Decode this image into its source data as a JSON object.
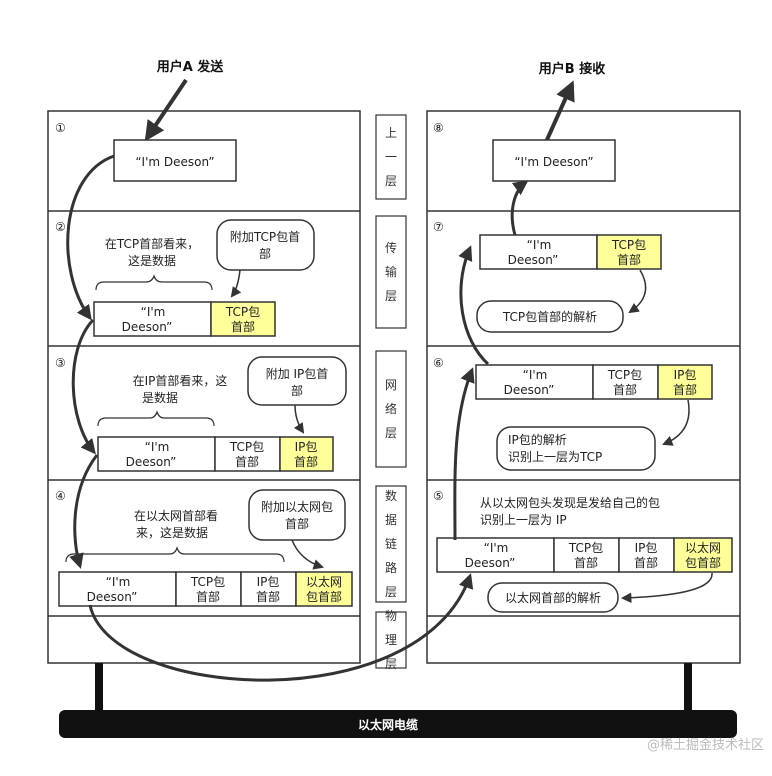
{
  "titles": {
    "sender": "用户A 发送",
    "receiver": "用户B 接收",
    "cable": "以太网电缆"
  },
  "layers": [
    "上一层",
    "传输层",
    "网络层",
    "数据链路层",
    "物理层"
  ],
  "steps": [
    "①",
    "②",
    "③",
    "④",
    "⑤",
    "⑥",
    "⑦",
    "⑧"
  ],
  "payload": {
    "single_line": "“I'm Deeson”",
    "line1": "“I'm",
    "line2": "Deeson”"
  },
  "headers": {
    "tcp": [
      "TCP包",
      "首部"
    ],
    "ip": [
      "IP包",
      "首部"
    ],
    "eth": [
      "以太网",
      "包首部"
    ]
  },
  "left_notes": {
    "tcp_view": [
      "在TCP首部看来，",
      "这是数据"
    ],
    "tcp_add": [
      "附加TCP包首",
      "部"
    ],
    "ip_view": [
      "在IP首部看来，这",
      "是数据"
    ],
    "ip_add": [
      "附加 IP包首",
      "部"
    ],
    "eth_view": [
      "在以太网首部看",
      "来，这是数据"
    ],
    "eth_add": [
      "附加以太网包",
      "首部"
    ]
  },
  "right_notes": {
    "eth_found": [
      "从以太网包头发现是发给自己的包",
      "识别上一层为 IP"
    ],
    "eth_parse": "以太网首部的解析",
    "ip_parse": [
      "IP包的解析",
      "识别上一层为TCP"
    ],
    "tcp_parse": "TCP包首部的解析"
  },
  "colors": {
    "header_fill": "#ffff99",
    "line": "#333333",
    "cable": "#111111"
  },
  "watermark": "@稀土掘金技术社区"
}
